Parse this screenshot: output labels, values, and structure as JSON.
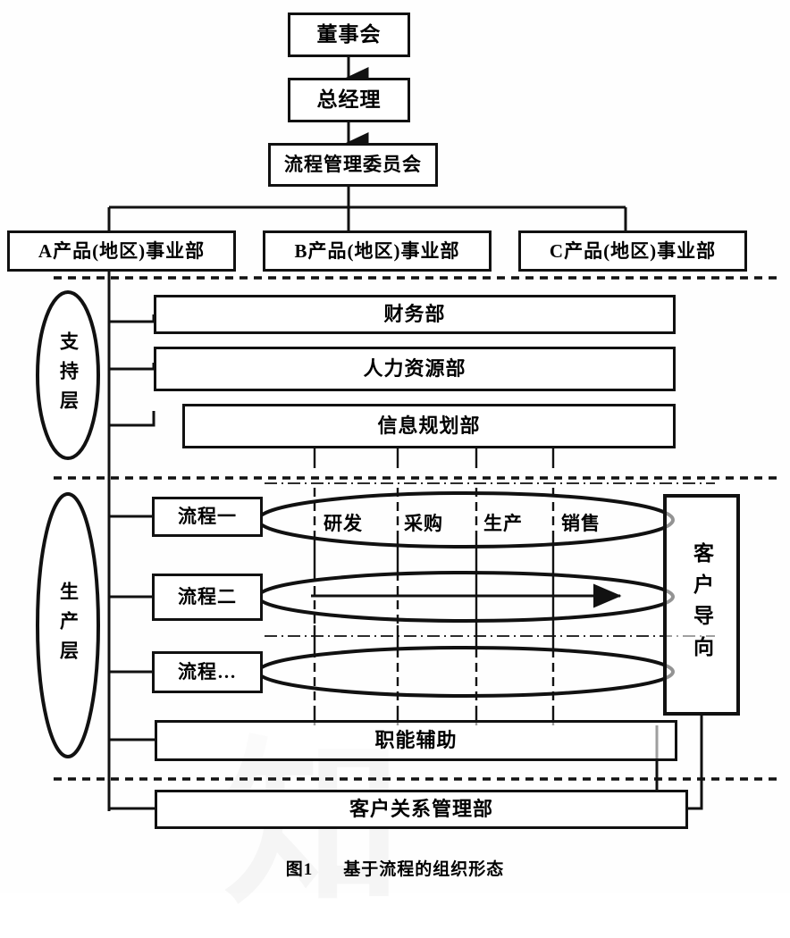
{
  "figure": {
    "caption_number": "图1",
    "caption_title": "基于流程的组织形态"
  },
  "hierarchy": {
    "board": "董事会",
    "general_manager": "总经理",
    "process_committee": "流程管理委员会",
    "divisions": [
      "A产品(地区)事业部",
      "B产品(地区)事业部",
      "C产品(地区)事业部"
    ]
  },
  "layers": {
    "support": {
      "name": "支持层",
      "departments": [
        "财务部",
        "人力资源部",
        "信息规划部"
      ]
    },
    "production": {
      "name": "生产层",
      "processes": [
        "流程一",
        "流程二",
        "流程…"
      ],
      "value_chain": [
        "研发",
        "采购",
        "生产",
        "销售"
      ],
      "functional_support": "职能辅助"
    }
  },
  "customer": {
    "orientation": "客户导向",
    "crm_department": "客户关系管理部"
  },
  "colors": {
    "stroke": "#111111",
    "background": "#ffffff"
  },
  "icons": {
    "arrow": "flow-arrow-icon",
    "divider": "dashed-divider-icon"
  }
}
